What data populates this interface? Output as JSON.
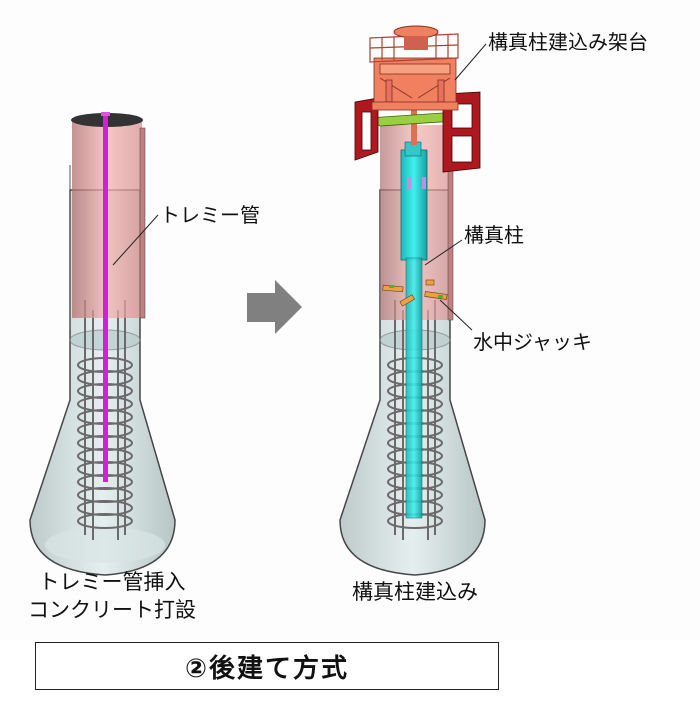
{
  "diagram": {
    "title": "②後建て方式",
    "left_panel": {
      "caption_line1": "トレミー管挿入",
      "caption_line2": "コンクリート打設",
      "labels": {
        "tremie_pipe": "トレミー管"
      }
    },
    "right_panel": {
      "caption": "構真柱建込み",
      "labels": {
        "erection_frame": "構真柱建込み架台",
        "column": "構真柱",
        "underwater_jack": "水中ジャッキ"
      }
    },
    "arrow": {
      "direction": "right",
      "color": "#808080"
    },
    "colors": {
      "casing": "#e8a3a0",
      "tremie": "#d020d8",
      "column": "#30e0e0",
      "frame": "#f08060",
      "frame_dark": "#b01820",
      "platform": "#9ad040",
      "concrete": "#c8d8d8",
      "rebar": "#6a6a6a"
    }
  }
}
